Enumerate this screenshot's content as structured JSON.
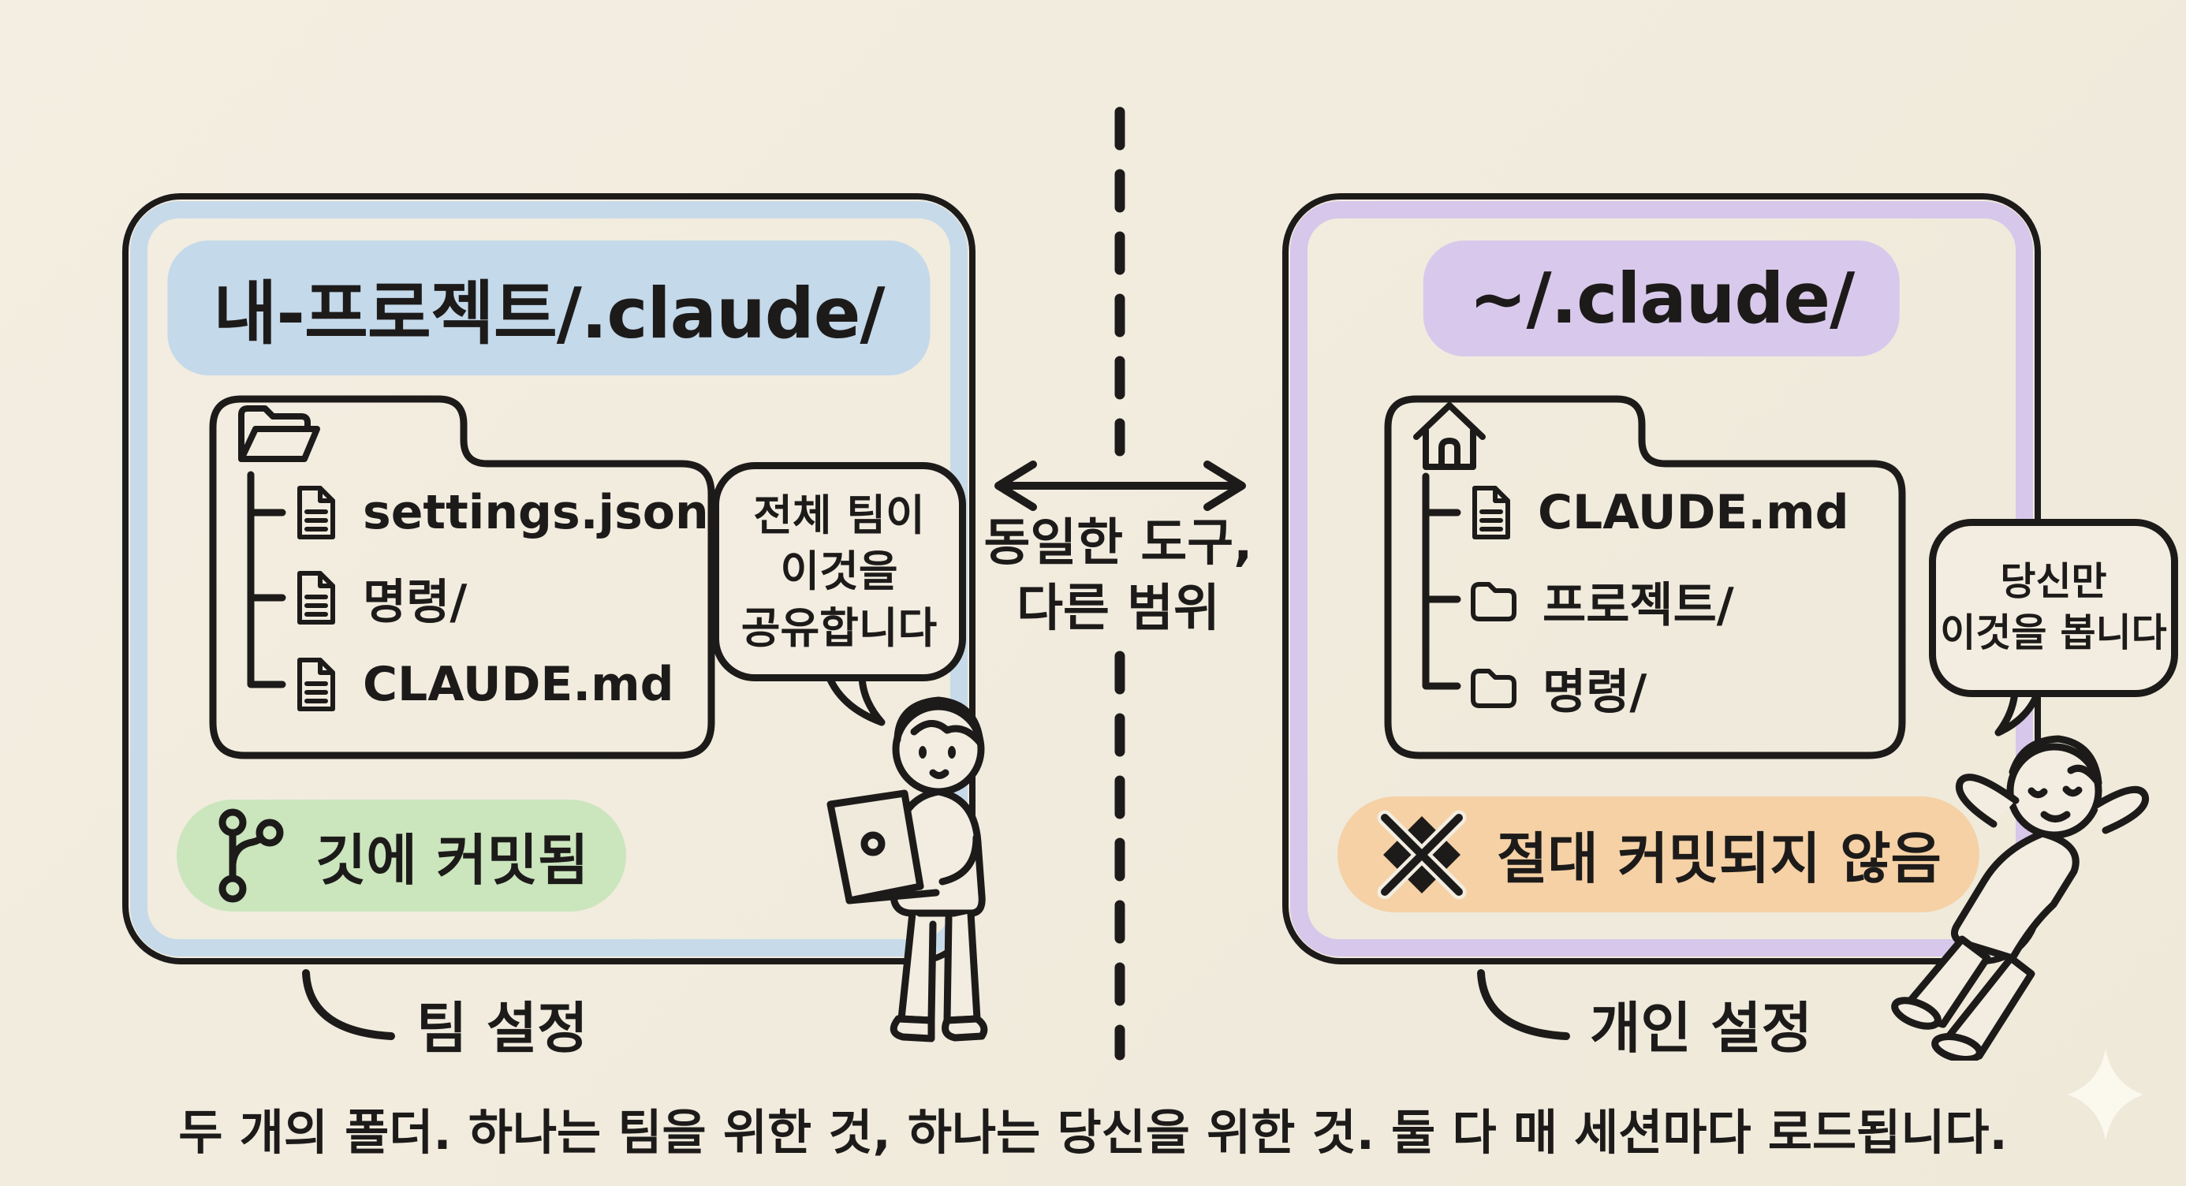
{
  "background_color": "#f2ede0",
  "ink_color": "#1d1b1a",
  "left_panel": {
    "accent_color": "#c7dae9",
    "title": "내-프로젝트/.claude/",
    "folder": {
      "root_icon": "open-folder-icon",
      "items": [
        {
          "icon": "file",
          "label": "settings.json"
        },
        {
          "icon": "file",
          "label": "명령/"
        },
        {
          "icon": "file",
          "label": "CLAUDE.md"
        }
      ]
    },
    "speech_bubble": {
      "line1": "전체 팀이",
      "line2": "이것을",
      "line3": "공유합니다"
    },
    "badge": {
      "icon": "git-branch-icon",
      "label": "깃에 커밋됨",
      "color": "#cbe5bd"
    },
    "footer_label": "팀 설정"
  },
  "right_panel": {
    "accent_color": "#d7c7ea",
    "title": "~/.claude/",
    "folder": {
      "root_icon": "home-icon",
      "items": [
        {
          "icon": "file",
          "label": "CLAUDE.md"
        },
        {
          "icon": "folder",
          "label": "프로젝트/"
        },
        {
          "icon": "folder",
          "label": "명령/"
        }
      ]
    },
    "speech_bubble": {
      "line1": "당신만",
      "line2": "이것을 봅니다"
    },
    "badge": {
      "icon": "no-commit-icon",
      "label": "절대 커밋되지 않음",
      "color": "#f5d1a5"
    },
    "footer_label": "개인 설정"
  },
  "center": {
    "label_line1": "동일한 도구,",
    "label_line2": "다른 범위"
  },
  "caption": "두 개의 폴더. 하나는 팀을 위한 것, 하나는 당신을 위한 것. 둘 다 매 세션마다 로드됩니다."
}
